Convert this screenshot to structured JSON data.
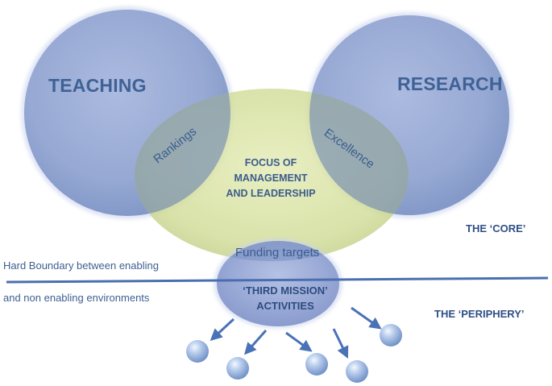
{
  "circles": {
    "teaching": "TEACHING",
    "research": "RESEARCH",
    "focus": [
      "FOCUS OF",
      "MANAGEMENT",
      "AND LEADERSHIP"
    ]
  },
  "overlaps": {
    "rankings": "Rankings",
    "excellence": "Excellence"
  },
  "third_mission": {
    "funding": "Funding targets",
    "title": [
      "‘THIRD MISSION’",
      "ACTIVITIES"
    ]
  },
  "boundary": {
    "line1": "Hard Boundary between enabling",
    "line2": "and non enabling environments"
  },
  "zones": {
    "core": "THE ‘CORE’",
    "periphery": "THE ‘PERIPHERY’"
  },
  "colors": {
    "blue_circle": "#8fa2cf",
    "green_circle": "#d2dd98",
    "boundary_line": "#4a6fb0",
    "text": "#3f6296"
  }
}
